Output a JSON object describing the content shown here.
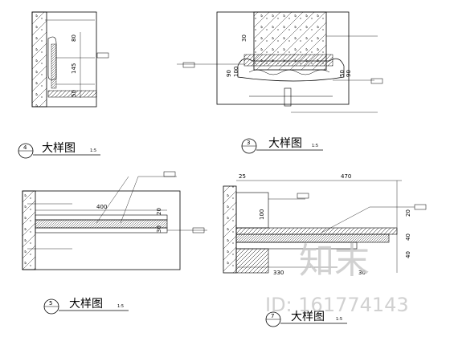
{
  "details": [
    {
      "number": "4",
      "title": "大样图",
      "scale": "1:5",
      "dims": [
        "80",
        "145",
        "50"
      ]
    },
    {
      "number": "3",
      "title": "大样图",
      "scale": "1:5",
      "dims": [
        "30",
        "90",
        "100",
        "50",
        "90"
      ]
    },
    {
      "number": "5",
      "title": "大样图",
      "scale": "1:5",
      "dims": [
        "400",
        "20",
        "30"
      ]
    },
    {
      "number": "7",
      "title": "大样图",
      "scale": "1:5",
      "dims": [
        "25",
        "470",
        "100",
        "330",
        "30",
        "40",
        "40",
        "20"
      ]
    }
  ],
  "watermark": {
    "logo": "知末",
    "id": "ID: 161774143"
  },
  "colors": {
    "line": "#000000",
    "watermark": "#c9c9c9"
  }
}
